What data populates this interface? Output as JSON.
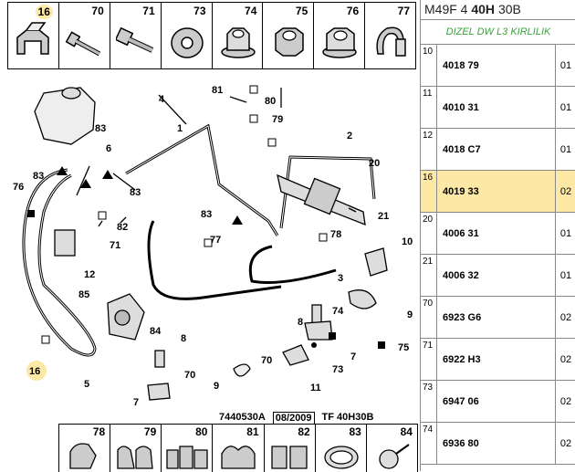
{
  "header": {
    "model_prefix": "M49F 4",
    "model_main": "40H",
    "model_suffix": "30B",
    "subtitle": "DIZEL DW L3 KIRLILIK"
  },
  "top_parts": [
    {
      "num": "16",
      "icon": "clip-bracket-icon",
      "highlight": true
    },
    {
      "num": "70",
      "icon": "screw-icon"
    },
    {
      "num": "71",
      "icon": "bolt-icon"
    },
    {
      "num": "73",
      "icon": "washer-icon"
    },
    {
      "num": "74",
      "icon": "flange-nut-icon"
    },
    {
      "num": "75",
      "icon": "hex-nut-icon"
    },
    {
      "num": "76",
      "icon": "nut-icon"
    },
    {
      "num": "77",
      "icon": "hose-clip-icon"
    }
  ],
  "bottom_parts": [
    {
      "num": "78",
      "icon": "hose-clamp-icon"
    },
    {
      "num": "79",
      "icon": "double-clip-icon"
    },
    {
      "num": "80",
      "icon": "triple-clip-icon"
    },
    {
      "num": "81",
      "icon": "pipe-clip-icon"
    },
    {
      "num": "82",
      "icon": "clip-holder-icon"
    },
    {
      "num": "83",
      "icon": "band-clamp-icon"
    },
    {
      "num": "84",
      "icon": "hose-clamp-icon"
    }
  ],
  "ref_bar": {
    "code": "7440530A",
    "date": "08/2009",
    "tf": "TF 40H30B"
  },
  "parts_table": [
    {
      "idx": "10",
      "ref": "4018 79",
      "qty": "01"
    },
    {
      "idx": "11",
      "ref": "4010 31",
      "qty": "01"
    },
    {
      "idx": "12",
      "ref": "4018 C7",
      "qty": "01"
    },
    {
      "idx": "16",
      "ref": "4019 33",
      "qty": "02",
      "highlight": true
    },
    {
      "idx": "20",
      "ref": "4006 31",
      "qty": "01"
    },
    {
      "idx": "21",
      "ref": "4006 32",
      "qty": "01"
    },
    {
      "idx": "70",
      "ref": "6923 G6",
      "qty": "02"
    },
    {
      "idx": "71",
      "ref": "6922 H3",
      "qty": "02"
    },
    {
      "idx": "73",
      "ref": "6947 06",
      "qty": "02"
    },
    {
      "idx": "74",
      "ref": "6936 80",
      "qty": "02"
    }
  ],
  "diagram_labels": {
    "l1": "1",
    "l2": "2",
    "l3": "3",
    "l4": "4",
    "l5": "5",
    "l6": "6",
    "l7a": "7",
    "l7b": "7",
    "l8a": "8",
    "l8b": "8",
    "l9a": "9",
    "l9b": "9",
    "l10": "10",
    "l11": "11",
    "l12": "12",
    "l16": "16",
    "l20": "20",
    "l21": "21",
    "l70": "70",
    "l70b": "70",
    "l71": "71",
    "l73": "73",
    "l74": "74",
    "l75": "75",
    "l76": "76",
    "l77": "77",
    "l78": "78",
    "l79": "79",
    "l80": "80",
    "l81": "81",
    "l82": "82",
    "l83a": "83",
    "l83b": "83",
    "l83c": "83",
    "l83d": "83",
    "l84": "84",
    "l85": "85"
  }
}
